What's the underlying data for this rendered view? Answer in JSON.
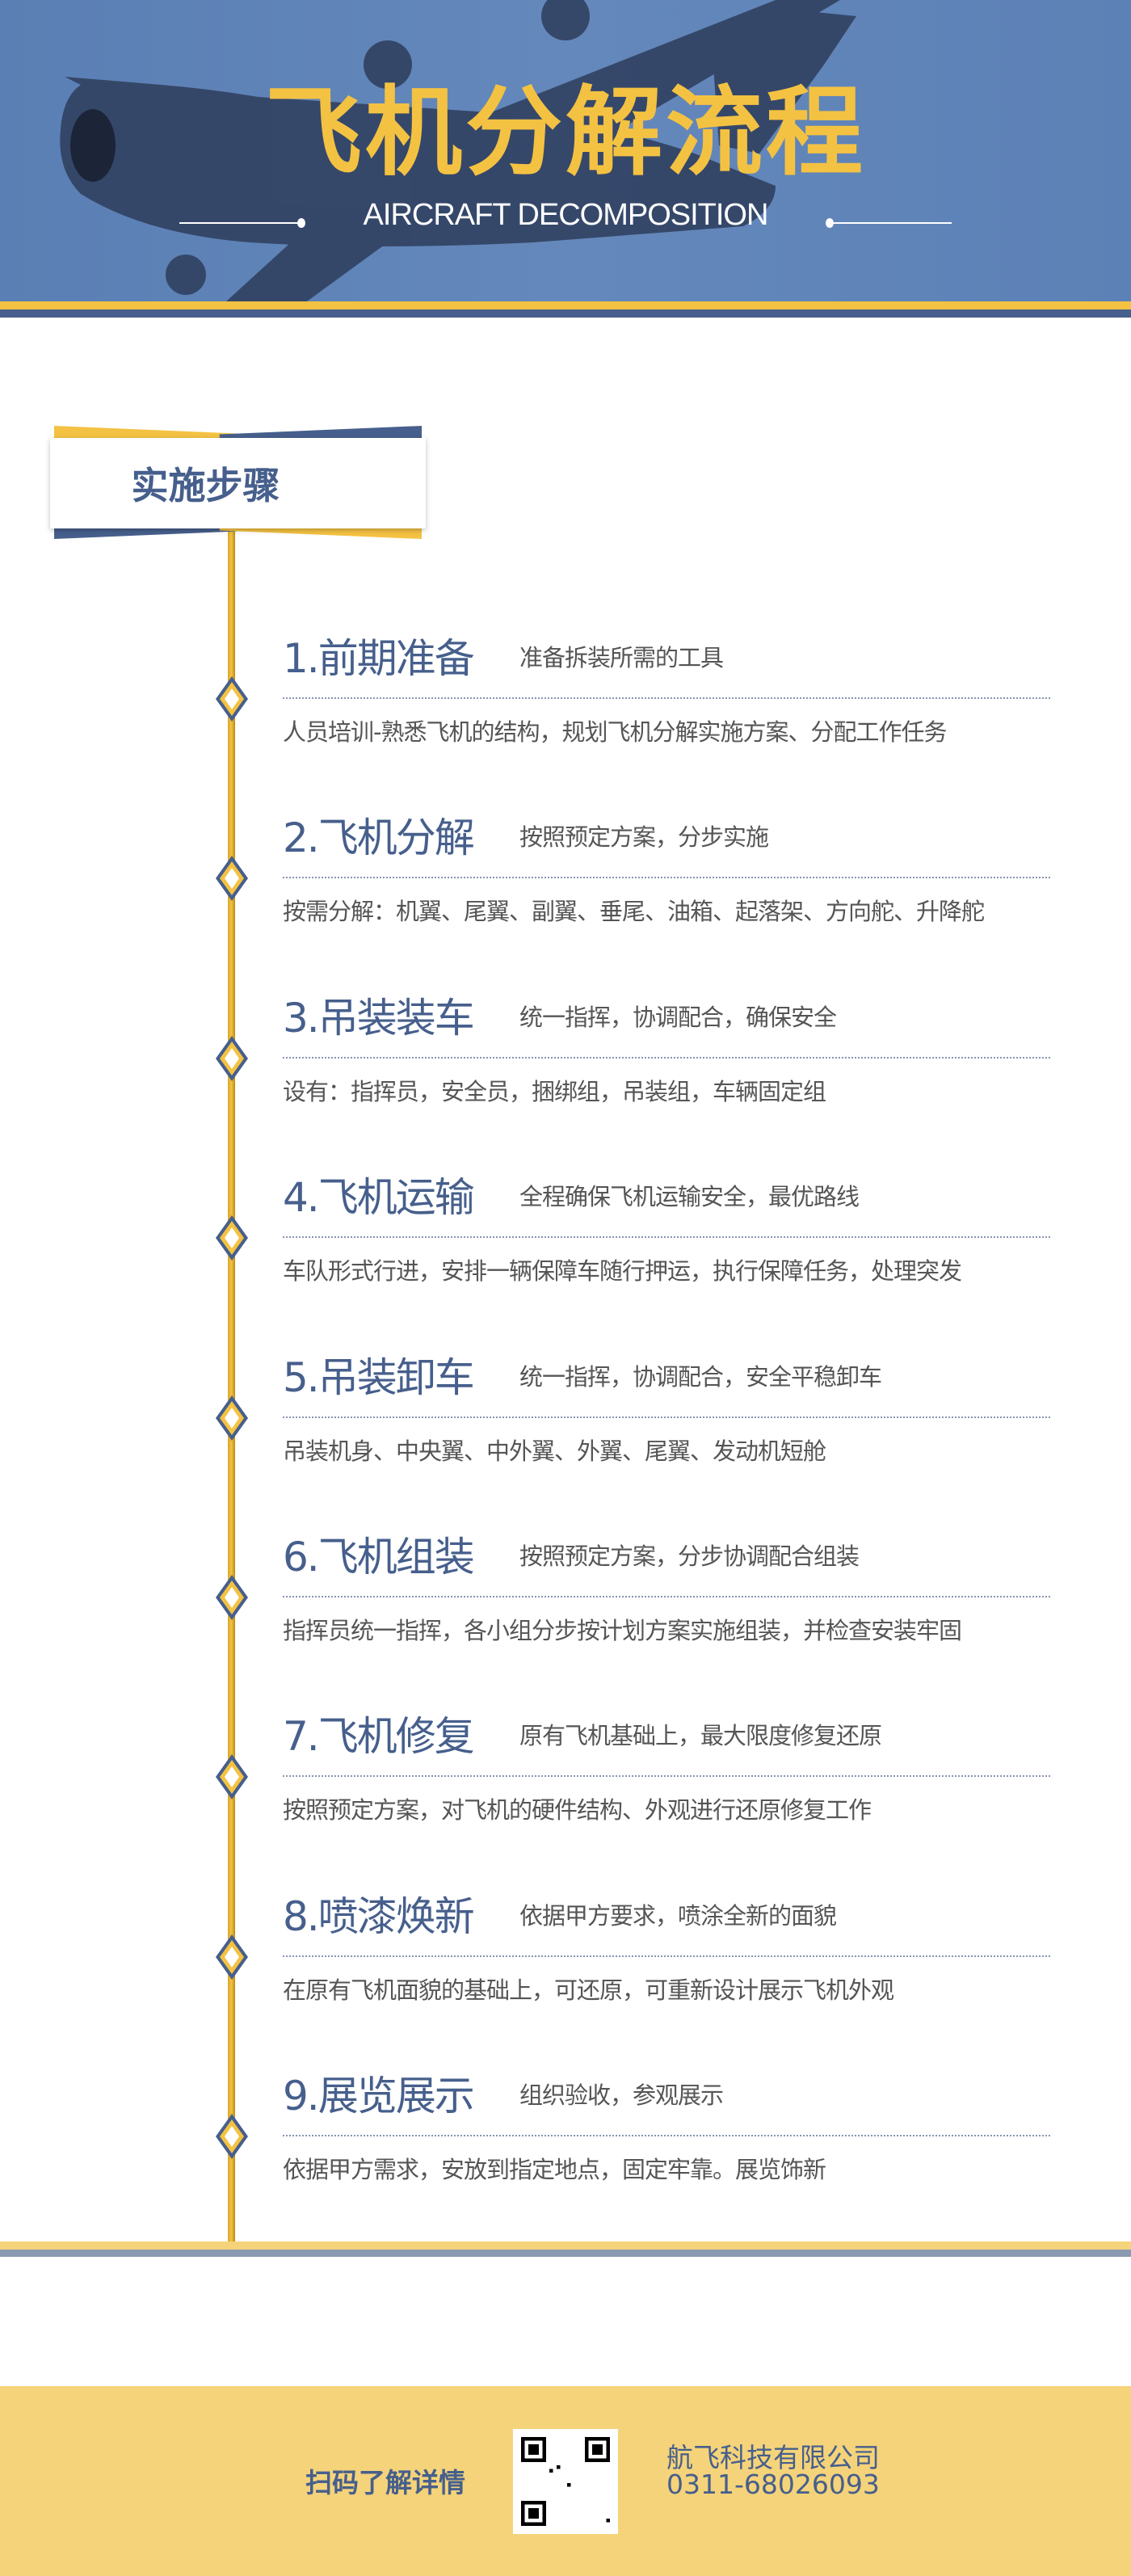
{
  "header": {
    "title": "飞机分解流程",
    "subtitle": "AIRCRAFT DECOMPOSITION"
  },
  "section": {
    "heading": "实施步骤"
  },
  "steps": [
    {
      "title": "1.前期准备",
      "subtitle": "准备拆装所需的工具",
      "body": "人员培训-熟悉飞机的结构，规划飞机分解实施方案、分配工作任务"
    },
    {
      "title": "2.飞机分解",
      "subtitle": "按照预定方案，分步实施",
      "body": "按需分解：机翼、尾翼、副翼、垂尾、油箱、起落架、方向舵、升降舵"
    },
    {
      "title": "3.吊装装车",
      "subtitle": "统一指挥，协调配合，确保安全",
      "body": "设有：指挥员，安全员，捆绑组，吊装组，车辆固定组"
    },
    {
      "title": "4.飞机运输",
      "subtitle": "全程确保飞机运输安全，最优路线",
      "body": "车队形式行进，安排一辆保障车随行押运，执行保障任务，处理突发"
    },
    {
      "title": "5.吊装卸车",
      "subtitle": "统一指挥，协调配合，安全平稳卸车",
      "body": "吊装机身、中央翼、中外翼、外翼、尾翼、发动机短舱"
    },
    {
      "title": "6.飞机组装",
      "subtitle": "按照预定方案，分步协调配合组装",
      "body": "指挥员统一指挥，各小组分步按计划方案实施组装，并检查安装牢固"
    },
    {
      "title": "7.飞机修复",
      "subtitle": "原有飞机基础上，最大限度修复还原",
      "body": "按照预定方案，对飞机的硬件结构、外观进行还原修复工作"
    },
    {
      "title": "8.喷漆焕新",
      "subtitle": "依据甲方要求，喷涂全新的面貌",
      "body": "在原有飞机面貌的基础上，可还原，可重新设计展示飞机外观"
    },
    {
      "title": "9.展览展示",
      "subtitle": "组织验收，参观展示",
      "body": "依据甲方需求，安放到指定地点，固定牢靠。展览饰新"
    }
  ],
  "footer": {
    "scan_label": "扫码了解详情",
    "company": "航飞科技有限公司",
    "phone": "0311-68026093"
  },
  "colors": {
    "accent_yellow": "#f4c242",
    "brand_blue": "#465f8c",
    "footer_bg": "#f5d37a"
  }
}
